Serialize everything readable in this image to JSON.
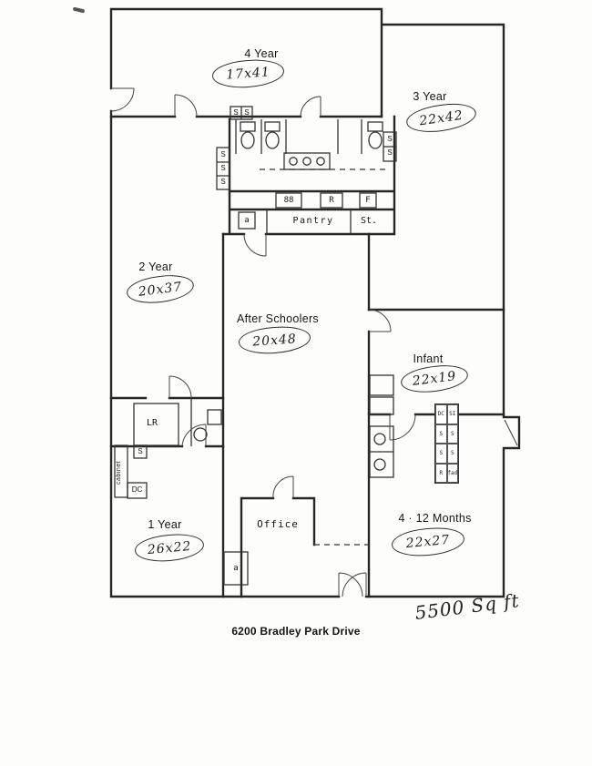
{
  "title": {
    "address": "6200 Bradley Park Drive",
    "area": "5500 Sq ft"
  },
  "rooms": {
    "four_year": {
      "name": "4 Year",
      "dims": "17x41"
    },
    "three_year": {
      "name": "3 Year",
      "dims": "22x42"
    },
    "two_year": {
      "name": "2 Year",
      "dims": "20x37"
    },
    "after_schoolers": {
      "name": "After Schoolers",
      "dims": "20x48"
    },
    "infant": {
      "name": "Infant",
      "dims": "22x19"
    },
    "one_year": {
      "name": "1 Year",
      "dims": "26x22"
    },
    "months_4_12": {
      "name": "4 · 12 Months",
      "dims": "22x27"
    },
    "office": {
      "name": "Office"
    }
  },
  "labels": {
    "pantry": "Pantry",
    "storage": "St.",
    "living": "LR",
    "cabinet": "cabinet",
    "dc": "DC",
    "sink": "S",
    "fridge": "R",
    "freezer": "F",
    "range": "88",
    "basin": "a"
  },
  "cubbies": [
    "DC",
    "SI",
    "S",
    "S",
    "S",
    "S",
    "R",
    "fad"
  ]
}
